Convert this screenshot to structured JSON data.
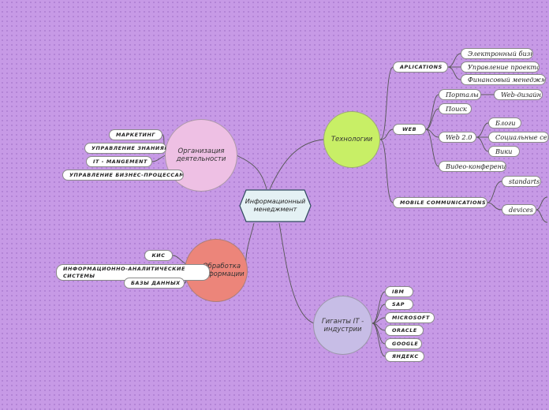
{
  "central": "Информационный менеджмент",
  "branches": {
    "org": {
      "label": "Организация деятельности",
      "color": "#eec0e4",
      "items": [
        "маркетинг",
        "управление знаниями",
        "IT - MANGEMENT",
        "управление бизнес-процессами"
      ]
    },
    "info": {
      "label": "Обработка информации",
      "color": "#ec857a",
      "items": [
        "кис",
        "информационно-аналитические системы",
        "базы данных"
      ]
    },
    "tech": {
      "label": "Технологии",
      "color": "#c8ef66",
      "applications": {
        "label": "Aplications",
        "items": [
          "Электронный бизнес",
          "Управление проектами",
          "Финансовый менеджмент"
        ]
      },
      "web": {
        "label": "Web",
        "portals": "Порталы",
        "webdesign": "Web-дизайн",
        "search": "Поиск",
        "web20": "Web 2.0",
        "web20_items": [
          "Блоги",
          "Социальные сети",
          "Вики"
        ],
        "video": "Видео-конференции"
      },
      "mobile": {
        "label": "mobile communications",
        "items": [
          "standarts",
          "devices"
        ]
      }
    },
    "giants": {
      "label": "Гиганты IT - индустрии",
      "color": "#c7bde6",
      "items": [
        "IBM",
        "SAP",
        "Microsoft",
        "Oracle",
        "Google",
        "Яндекс"
      ]
    }
  }
}
